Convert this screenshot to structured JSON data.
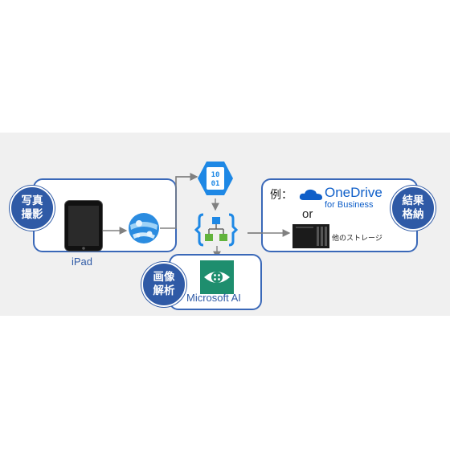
{
  "diagram": {
    "capture": {
      "badge": "写真\n撮影",
      "device_label": "iPad"
    },
    "analysis": {
      "badge": "画像\n解析",
      "service_label": "Microsoft AI"
    },
    "storage": {
      "badge": "結果\n格納",
      "example_label": "例：",
      "onedrive_name": "OneDrive",
      "onedrive_sub": "for Business",
      "or_label": "or",
      "other_storage_label": "他のストレージ"
    },
    "blob_icon": {
      "top_bits": "10",
      "bottom_bits": "01"
    }
  },
  "colors": {
    "accent": "#2f5aa6",
    "azure": "#1e88e5",
    "logic": "#62b33d",
    "vision": "#1e8e6e"
  },
  "icons": [
    "tablet-icon",
    "web-app-icon",
    "blob-storage-icon",
    "logic-app-icon",
    "computer-vision-icon",
    "onedrive-cloud-icon",
    "server-icon"
  ]
}
